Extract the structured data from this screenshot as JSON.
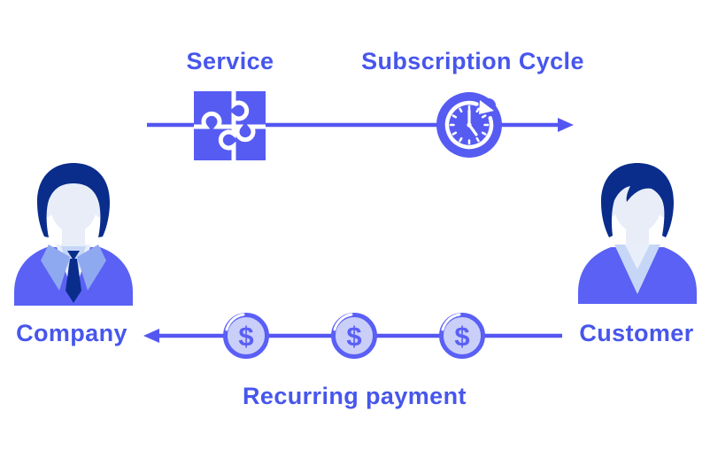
{
  "top_flow": {
    "service_label": "Service",
    "subscription_label": "Subscription Cycle"
  },
  "entities": {
    "company_label": "Company",
    "customer_label": "Customer"
  },
  "bottom_flow": {
    "recurring_label": "Recurring payment",
    "coin_symbol": "$",
    "coin_count": 3
  },
  "icons": {
    "service": "puzzle-icon",
    "cycle": "clock-cycle-icon",
    "payment": "dollar-coin-icon",
    "company": "businessman-avatar",
    "customer": "customer-avatar"
  },
  "colors": {
    "label_text": "#4756EC",
    "arrow_line": "#5456F2",
    "icon_blue": "#565CF2",
    "suit_blue": "#5A61F4",
    "hair_navy": "#0A2D8C",
    "face_light": "#E8EDF8",
    "lapel_blue": "#8FA9F0",
    "shirt_light": "#C6D6F6",
    "coin_fill": "#CACFF9",
    "coin_ring": "#5A5FF5"
  }
}
